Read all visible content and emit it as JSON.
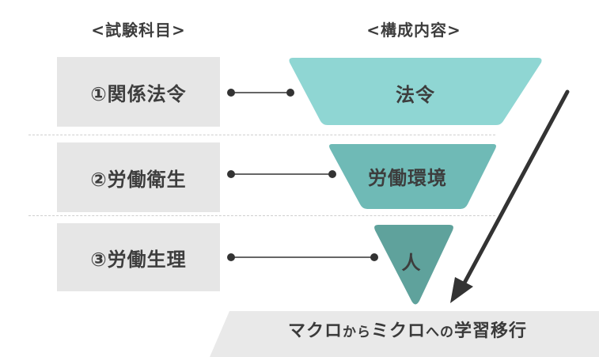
{
  "headers": {
    "subjects": "<試験科目>",
    "composition": "<構成内容>"
  },
  "subjects": [
    {
      "label": "①関係法令"
    },
    {
      "label": "②労働衛生"
    },
    {
      "label": "③労働生理"
    }
  ],
  "funnel": [
    {
      "label": "法令",
      "color": "#8fd6d3"
    },
    {
      "label": "労働環境",
      "color": "#6fbab6"
    },
    {
      "label": "人",
      "color": "#5fa29c"
    }
  ],
  "banner": {
    "part1": "マクロ",
    "part2": "から",
    "part3": "ミクロ",
    "part4": "への",
    "part5": "学習移行"
  },
  "colors": {
    "subject_bg": "#e6e6e6",
    "connector": "#333333",
    "arrow": "#333333",
    "banner_bg": "#e9e9e9"
  }
}
